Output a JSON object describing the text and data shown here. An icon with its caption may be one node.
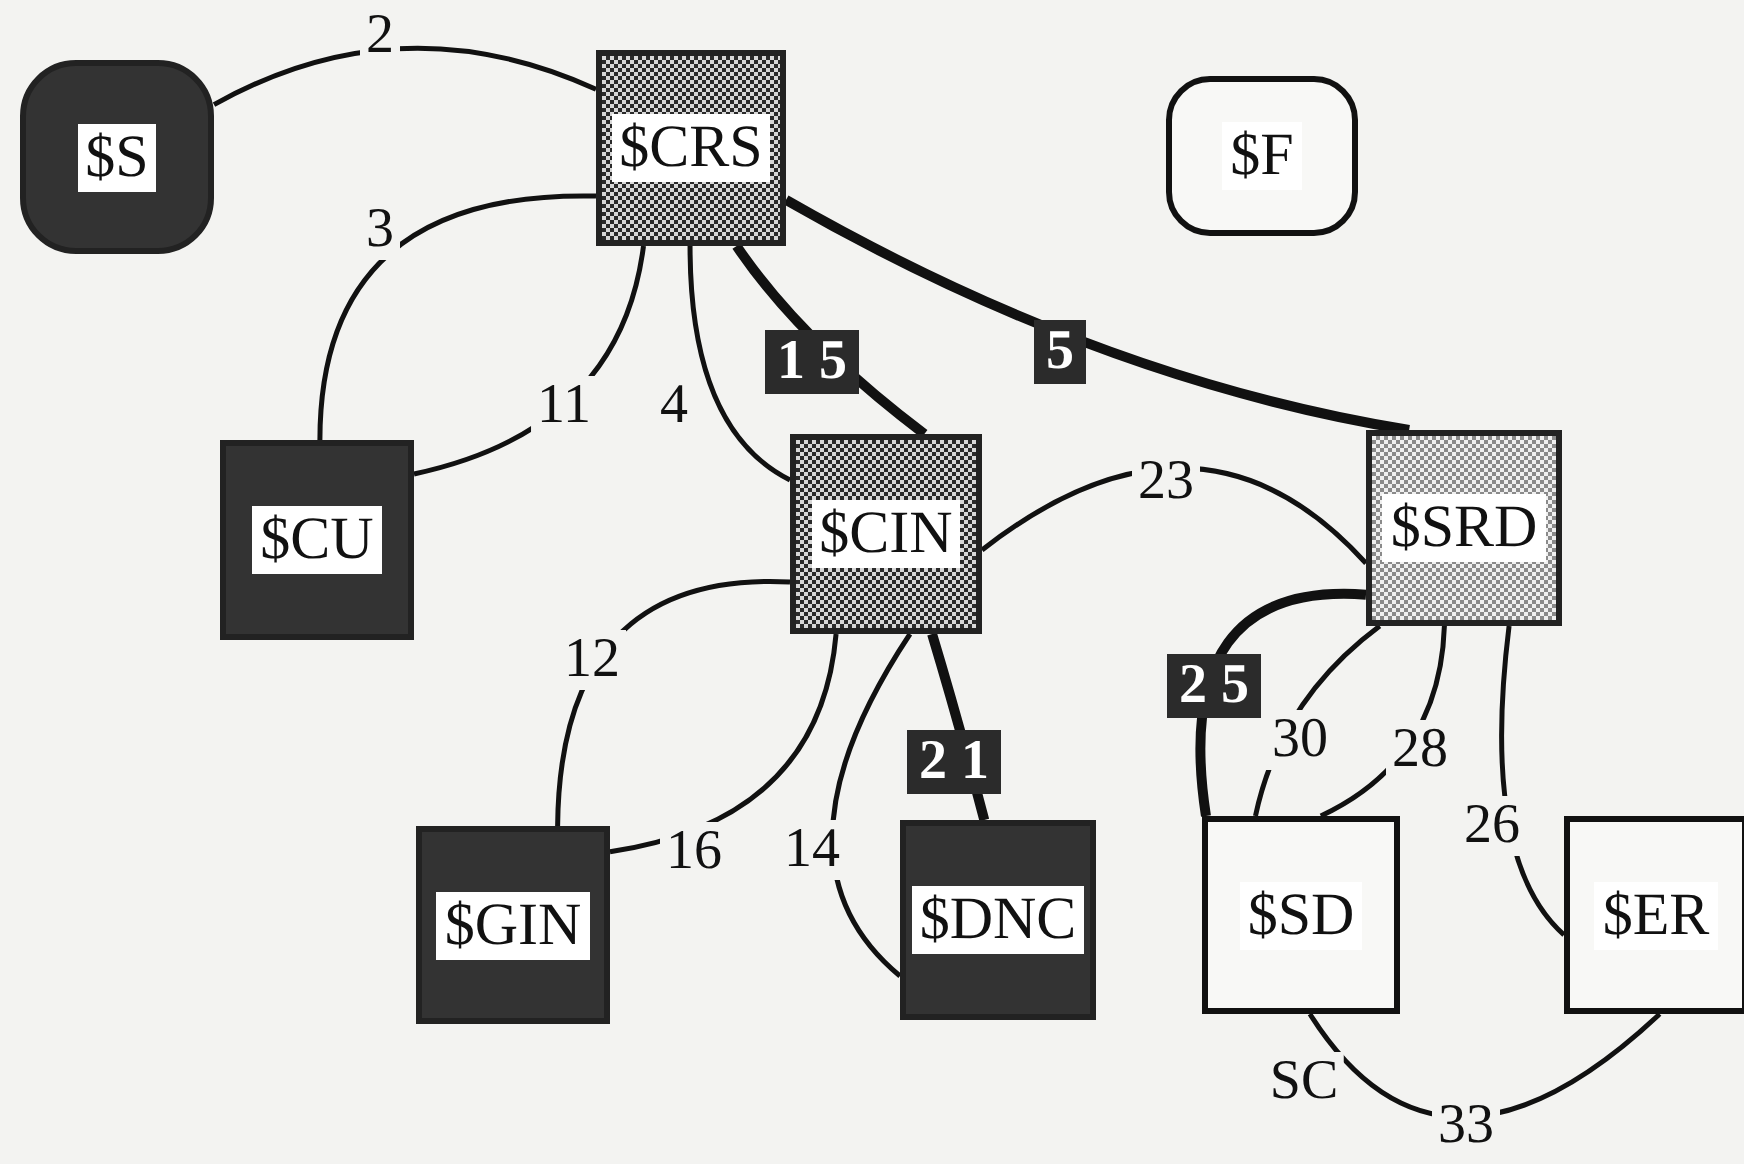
{
  "diagram": {
    "nodes": [
      {
        "text": [
          "$S"
        ]
      },
      {
        "text": [
          "$CRS"
        ]
      },
      {
        "text": [
          "$F"
        ]
      },
      {
        "text": [
          "$CU"
        ]
      },
      {
        "text": [
          "$CIN"
        ]
      },
      {
        "text": [
          "$SRD"
        ]
      },
      {
        "text": [
          "$GIN"
        ]
      },
      {
        "text": [
          "$DNC"
        ]
      },
      {
        "text": [
          "$SD"
        ]
      },
      {
        "text": [
          "$ER"
        ]
      }
    ],
    "edges": [
      {
        "from": 0,
        "to": 1,
        "arrow": "none",
        "label": "2"
      },
      {
        "from": 1,
        "to": 3,
        "arrow": "none",
        "label": "3"
      },
      {
        "from": 1,
        "to": 3,
        "arrow": "none",
        "label": "11"
      },
      {
        "from": 1,
        "to": 4,
        "arrow": "none",
        "label": "4"
      },
      {
        "from": 1,
        "to": 4,
        "arrow": "none",
        "label": "1 5",
        "style": "thick"
      },
      {
        "from": 1,
        "to": 5,
        "arrow": "none",
        "label": "5",
        "style": "thick"
      },
      {
        "from": 4,
        "to": 5,
        "arrow": "none",
        "label": "23"
      },
      {
        "from": 4,
        "to": 6,
        "arrow": "none",
        "label": "12"
      },
      {
        "from": 4,
        "to": 6,
        "arrow": "none",
        "label": "16"
      },
      {
        "from": 4,
        "to": 7,
        "arrow": "none",
        "label": "14"
      },
      {
        "from": 4,
        "to": 7,
        "arrow": "none",
        "label": "2 1",
        "style": "thick"
      },
      {
        "from": 5,
        "to": 8,
        "arrow": "none",
        "label": "2 5",
        "style": "thick"
      },
      {
        "from": 5,
        "to": 8,
        "arrow": "none",
        "label": "30"
      },
      {
        "from": 5,
        "to": 8,
        "arrow": "none",
        "label": "28"
      },
      {
        "from": 5,
        "to": 9,
        "arrow": "none",
        "label": "26"
      },
      {
        "from": 8,
        "to": 9,
        "arrow": "none",
        "label": "33"
      }
    ],
    "labels": [
      "SC"
    ]
  }
}
